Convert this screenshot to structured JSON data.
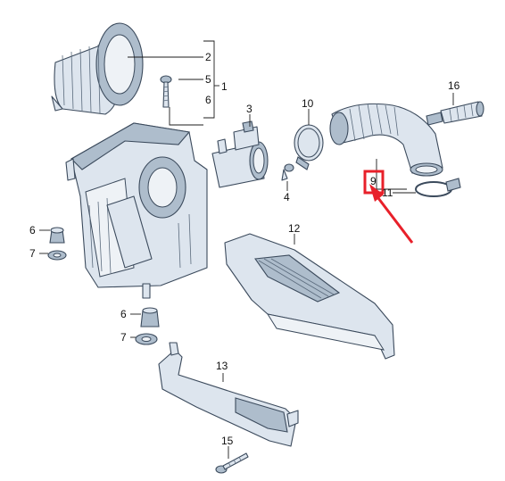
{
  "callouts": {
    "c1": "1",
    "c2": "2",
    "c3": "3",
    "c4": "4",
    "c5": "5",
    "c6": "6",
    "c6a": "6",
    "c6b": "6",
    "c7a": "7",
    "c7b": "7",
    "c9": "9",
    "c10": "10",
    "c11": "11",
    "c12": "12",
    "c13": "13",
    "c15": "15",
    "c16": "16"
  },
  "colors": {
    "highlight": "#e8202a",
    "part_fill": "#dde5ee",
    "line": "#3b4a5c"
  }
}
